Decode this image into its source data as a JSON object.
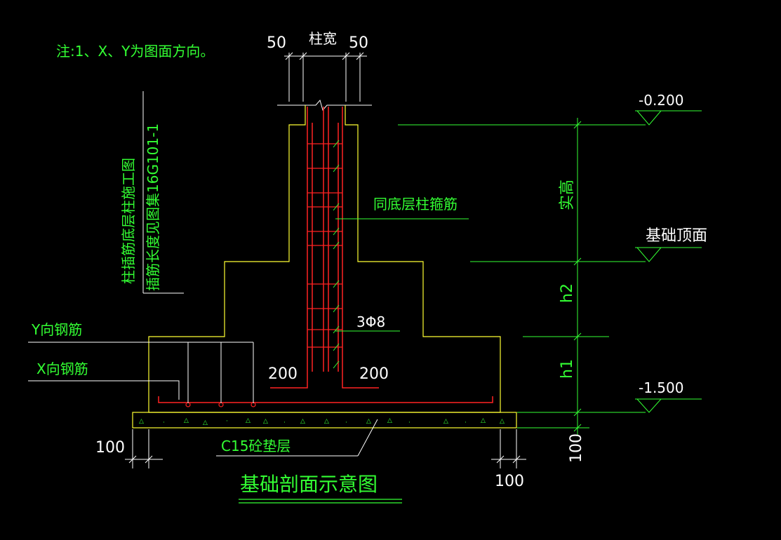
{
  "colors": {
    "background": "#000000",
    "text": "#33ff33",
    "concrete_outline": "#ffff33",
    "rebar": "#ff2222",
    "dimension": "#33ff33",
    "white": "#ffffff"
  },
  "note": "注:1、X、Y为图面方向。",
  "top_dims": {
    "left": "50",
    "center": "柱宽",
    "right": "50"
  },
  "side_note": {
    "line1": "柱插筋底层柱施工图",
    "line2": "插筋长度见图集16G101-1"
  },
  "labels": {
    "stirrup": "同底层柱箍筋",
    "stirrup_spec": "3Φ8",
    "y_rebar": "Y向钢筋",
    "x_rebar": "X向钢筋",
    "left_200": "200",
    "right_200": "200",
    "cushion": "C15砼垫层",
    "left_100": "100",
    "right_100": "100",
    "bottom_100": "100"
  },
  "elevations": {
    "top": "-0.200",
    "foundation_top": "基础顶面",
    "bottom": "-1.500"
  },
  "vertical_dims": {
    "shigao": "实高",
    "h2": "h2",
    "h1": "h1"
  },
  "title": "基础剖面示意图"
}
